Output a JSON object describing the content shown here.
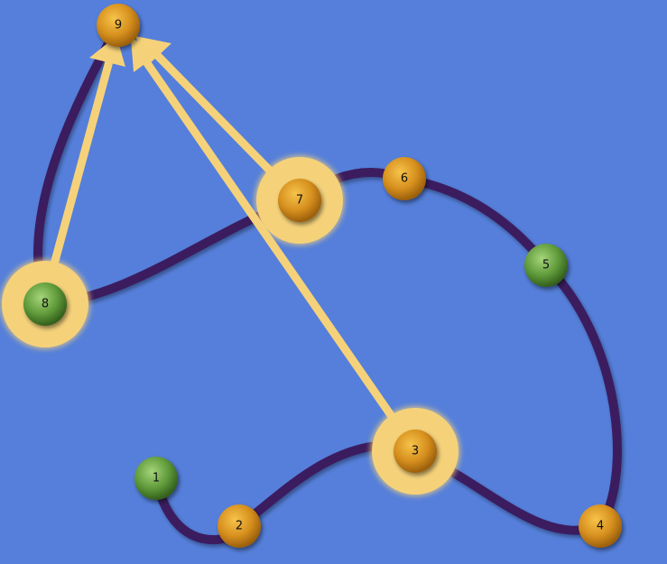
{
  "colors": {
    "background": "#557fda",
    "path": "#3a1a5e",
    "highlight": "#f5d27a",
    "node_orange": "#d68f1e",
    "node_green": "#5f9a3a"
  },
  "path_order": [
    "1",
    "2",
    "3",
    "4",
    "5",
    "6",
    "7",
    "8",
    "9"
  ],
  "nodes": [
    {
      "id": "1",
      "label": "1",
      "color": "green",
      "highlighted": false
    },
    {
      "id": "2",
      "label": "2",
      "color": "orange",
      "highlighted": false
    },
    {
      "id": "3",
      "label": "3",
      "color": "orange",
      "highlighted": true
    },
    {
      "id": "4",
      "label": "4",
      "color": "orange",
      "highlighted": false
    },
    {
      "id": "5",
      "label": "5",
      "color": "green",
      "highlighted": false
    },
    {
      "id": "6",
      "label": "6",
      "color": "orange",
      "highlighted": false
    },
    {
      "id": "7",
      "label": "7",
      "color": "orange",
      "highlighted": true
    },
    {
      "id": "8",
      "label": "8",
      "color": "green",
      "highlighted": true
    },
    {
      "id": "9",
      "label": "9",
      "color": "orange",
      "highlighted": false
    }
  ],
  "arrows": [
    {
      "from": "8",
      "to": "9"
    },
    {
      "from": "7",
      "to": "9"
    },
    {
      "from": "3",
      "to": "9"
    }
  ]
}
